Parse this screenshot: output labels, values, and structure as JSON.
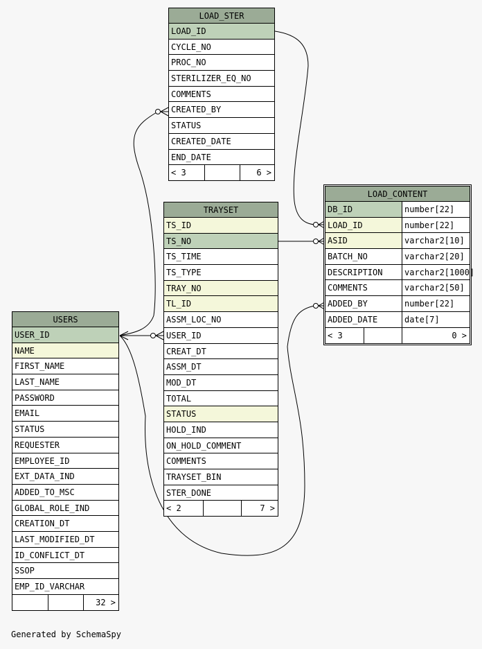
{
  "tables": {
    "load_ster": {
      "name": "LOAD_STER",
      "columns": [
        "LOAD_ID",
        "CYCLE_NO",
        "PROC_NO",
        "STERILIZER_EQ_NO",
        "COMMENTS",
        "CREATED_BY",
        "STATUS",
        "CREATED_DATE",
        "END_DATE"
      ],
      "parents": "< 3",
      "children": "6 >"
    },
    "trayset": {
      "name": "TRAYSET",
      "columns": [
        "TS_ID",
        "TS_NO",
        "TS_TIME",
        "TS_TYPE",
        "TRAY_NO",
        "TL_ID",
        "ASSM_LOC_NO",
        "USER_ID",
        "CREAT_DT",
        "ASSM_DT",
        "MOD_DT",
        "TOTAL",
        "STATUS",
        "HOLD_IND",
        "ON_HOLD_COMMENT",
        "COMMENTS",
        "TRAYSET_BIN",
        "STER_DONE"
      ],
      "parents": "< 2",
      "children": "7 >"
    },
    "load_content": {
      "name": "LOAD_CONTENT",
      "columns": [
        "DB_ID",
        "LOAD_ID",
        "ASID",
        "BATCH_NO",
        "DESCRIPTION",
        "COMMENTS",
        "ADDED_BY",
        "ADDED_DATE"
      ],
      "types": [
        "number[22]",
        "number[22]",
        "varchar2[10]",
        "varchar2[20]",
        "varchar2[1000]",
        "varchar2[50]",
        "number[22]",
        "date[7]"
      ],
      "parents": "< 3",
      "children": "0 >"
    },
    "users": {
      "name": "USERS",
      "columns": [
        "USER_ID",
        "NAME",
        "FIRST_NAME",
        "LAST_NAME",
        "PASSWORD",
        "EMAIL",
        "STATUS",
        "REQUESTER",
        "EMPLOYEE_ID",
        "EXT_DATA_IND",
        "ADDED_TO_MSC",
        "GLOBAL_ROLE_IND",
        "CREATION_DT",
        "LAST_MODIFIED_DT",
        "ID_CONFLICT_DT",
        "SSOP",
        "EMP_ID_VARCHAR"
      ],
      "parents": "",
      "children": "32 >"
    }
  },
  "footer": "Generated by SchemaSpy",
  "colors": {
    "header": "#9bab96",
    "primary_key": "#bed1b8",
    "indexed": "#f4f7da",
    "background": "#f7f7f7"
  }
}
